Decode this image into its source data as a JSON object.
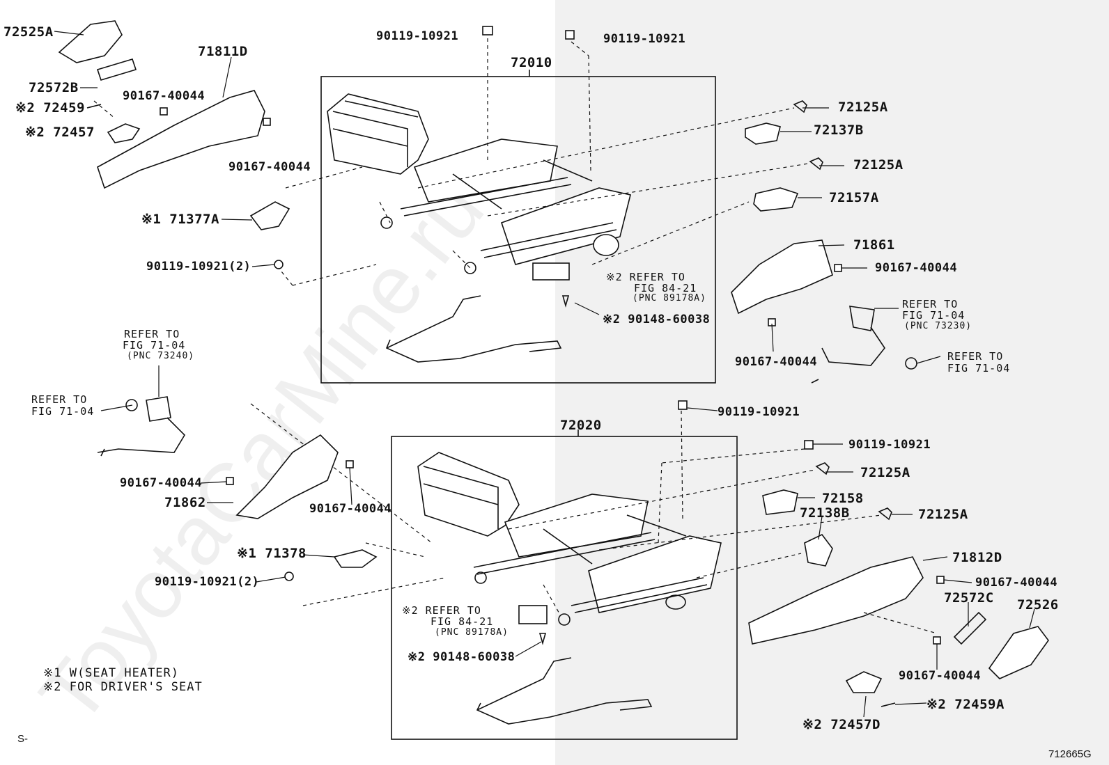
{
  "watermark": "ToyotaCarMine.ru",
  "sheet": {
    "prefix": "S-",
    "code": "712665G"
  },
  "notes": [
    "※1 W(SEAT HEATER)",
    "※2 FOR DRIVER'S SEAT"
  ],
  "top_assembly": {
    "number": "72010",
    "labels": {
      "bolt_top_left": "90119-10921",
      "bolt_top_right": "90119-10921",
      "clip_1": "72125A",
      "cover_72137b": "72137B",
      "clip_2": "72125A",
      "cover_72157a": "72157A",
      "shield_71861": "71861",
      "screw_71861": "90167-40044",
      "screw_71861_low": "90167-40044",
      "motor_ref": "※2 REFER TO",
      "motor_ref_fig": "FIG 84-21",
      "motor_ref_pnc": "(PNC 89178A)",
      "motor_screw": "※2 90148-60038",
      "belt_ref": "REFER TO",
      "belt_ref_fig": "FIG 71-04",
      "belt_ref_pnc": "(PNC 73230)",
      "belt_ref2": "REFER TO",
      "belt_ref2_fig": "FIG 71-04"
    }
  },
  "left_top": {
    "knob_72525a": "72525A",
    "shield_71811d": "71811D",
    "spring_72572b": "72572B",
    "screw_a": "90167-40044",
    "clip_72459": "※2 72459",
    "cap_72457": "※2 72457",
    "screw_b": "90167-40044",
    "bracket_71377a": "※1 71377A",
    "bolt_2": "90119-10921(2)"
  },
  "left_bottom": {
    "belt_ref": "REFER TO",
    "belt_ref_fig": "FIG 71-04",
    "belt_ref_pnc": "(PNC 73240)",
    "belt_ref2": "REFER TO",
    "belt_ref2_fig": "FIG 71-04",
    "screw_a": "90167-40044",
    "shield_71862": "71862",
    "screw_b": "90167-40044",
    "bracket_71378": "※1 71378",
    "bolt_2": "90119-10921(2)"
  },
  "bottom_assembly": {
    "number": "72020",
    "labels": {
      "bolt_top": "90119-10921",
      "bolt_right": "90119-10921",
      "clip_1": "72125A",
      "cover_72158": "72158",
      "cover_72138b": "72138B",
      "clip_2": "72125A",
      "shield_71812d": "71812D",
      "screw_shield": "90167-40044",
      "spring_72572c": "72572C",
      "knob_72526": "72526",
      "screw_low": "90167-40044",
      "clip_72459a": "※2 72459A",
      "cap_72457d": "※2 72457D",
      "motor_ref": "※2  REFER TO",
      "motor_ref_fig": "FIG 84-21",
      "motor_ref_pnc": "(PNC 89178A)",
      "motor_screw": "※2 90148-60038"
    }
  }
}
